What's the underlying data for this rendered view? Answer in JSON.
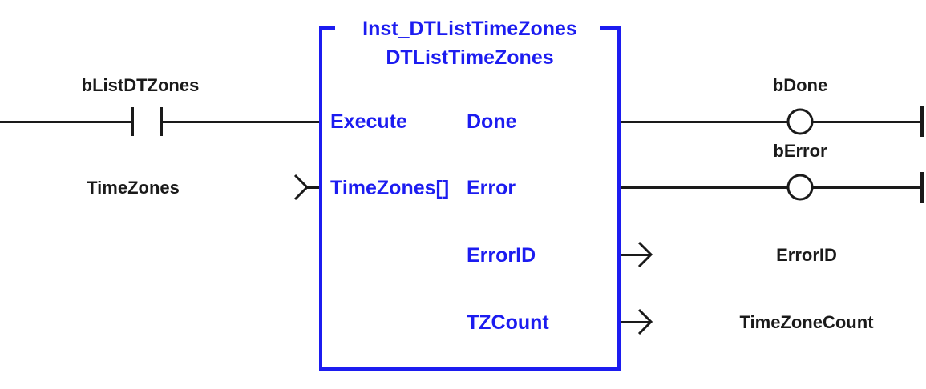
{
  "block": {
    "instance_name": "Inst_DTListTimeZones",
    "type_name": "DTListTimeZones",
    "inputs": [
      {
        "pin": "Execute",
        "variable": "bListDTZones",
        "connection": "contact"
      },
      {
        "pin": "TimeZones[]",
        "variable": "TimeZones",
        "connection": "arrow"
      }
    ],
    "outputs": [
      {
        "pin": "Done",
        "variable": "bDone",
        "connection": "coil"
      },
      {
        "pin": "Error",
        "variable": "bError",
        "connection": "coil"
      },
      {
        "pin": "ErrorID",
        "variable": "ErrorID",
        "connection": "arrow"
      },
      {
        "pin": "TZCount",
        "variable": "TimeZoneCount",
        "connection": "arrow"
      }
    ]
  },
  "colors": {
    "block_text": "#1c1cf0",
    "block_border": "#1c1cf0",
    "wire": "#1a1a1a",
    "variable_text": "#1a1a1a"
  }
}
